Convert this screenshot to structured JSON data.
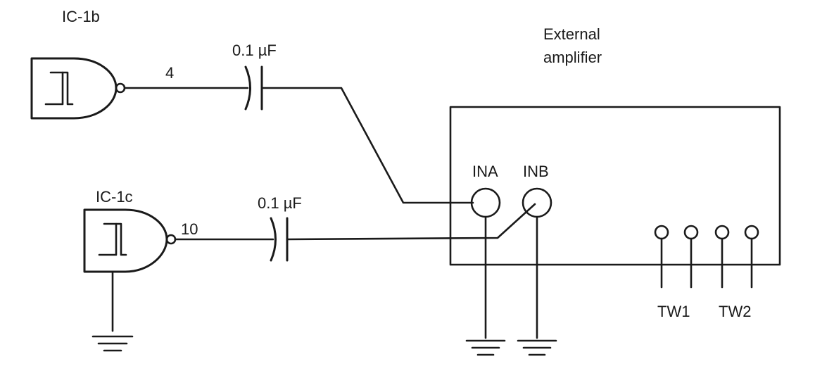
{
  "labels": {
    "ic1b": "IC-1b",
    "ic1c": "IC-1c",
    "pin4": "4",
    "pin10": "10",
    "cap_top": "0.1 µF",
    "cap_bottom": "0.1 µF",
    "amp_line1": "External",
    "amp_line2": "amplifier",
    "ina": "INA",
    "inb": "INB",
    "tw1": "TW1",
    "tw2": "TW2"
  }
}
